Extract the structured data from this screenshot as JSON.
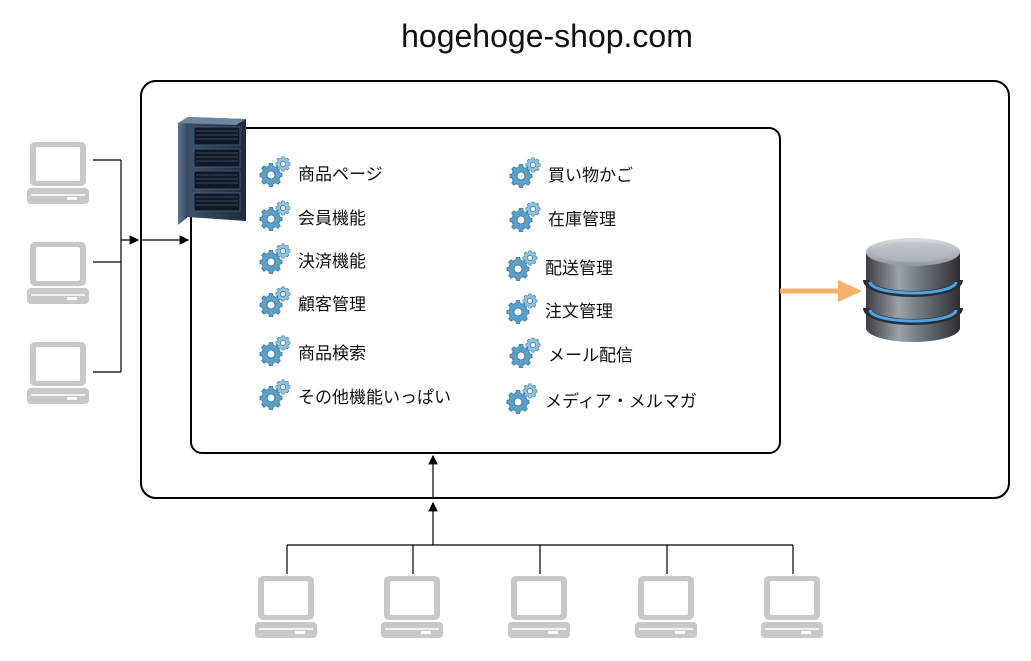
{
  "title": "hogehoge-shop.com",
  "features": {
    "left": [
      {
        "label": "商品ページ"
      },
      {
        "label": "会員機能"
      },
      {
        "label": "決済機能"
      },
      {
        "label": "顧客管理"
      },
      {
        "label": "商品検索"
      },
      {
        "label": "その他機能いっぱい"
      }
    ],
    "right": [
      {
        "label": "買い物かご"
      },
      {
        "label": "在庫管理"
      },
      {
        "label": "配送管理"
      },
      {
        "label": "注文管理"
      },
      {
        "label": "メール配信"
      },
      {
        "label": "メディア・メルマガ"
      }
    ]
  },
  "icons": {
    "server": "server-rack-icon",
    "database": "database-icon",
    "client": "laptop-icon",
    "feature": "gear-icon"
  },
  "colors": {
    "line": "#000000",
    "db_arrow": "#f5b06b",
    "laptop": "#c8c8c8",
    "gear": "#5aa0c8",
    "server": "#2c3e55",
    "db_band": "#4da3e6"
  }
}
